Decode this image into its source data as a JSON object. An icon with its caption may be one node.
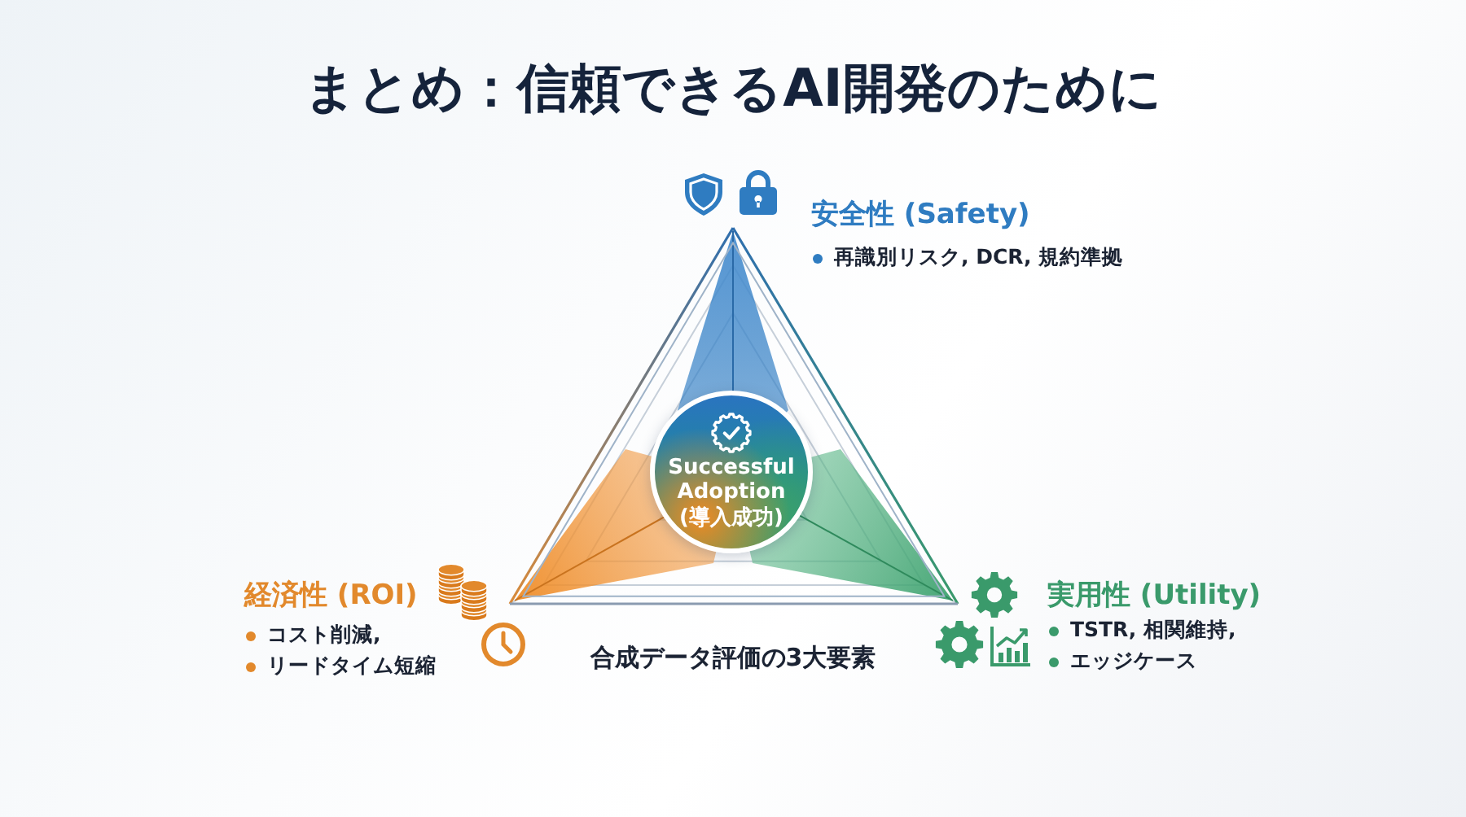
{
  "diagram": {
    "title": "まとめ：信頼できるAI開発のために",
    "nodes": [
      {
        "text": [
          "Successful Adoption (導入成功)"
        ]
      }
    ],
    "labels": [
      "安全性 (Safety)",
      "再識別リスク, DCR, 規約準拠",
      "経済性 (ROI)",
      "コスト削減,",
      "リードタイム短縮",
      "実用性 (Utility)",
      "TSTR, 相関維持,",
      "エッジケース",
      "合成データ評価の3大要素"
    ]
  }
}
